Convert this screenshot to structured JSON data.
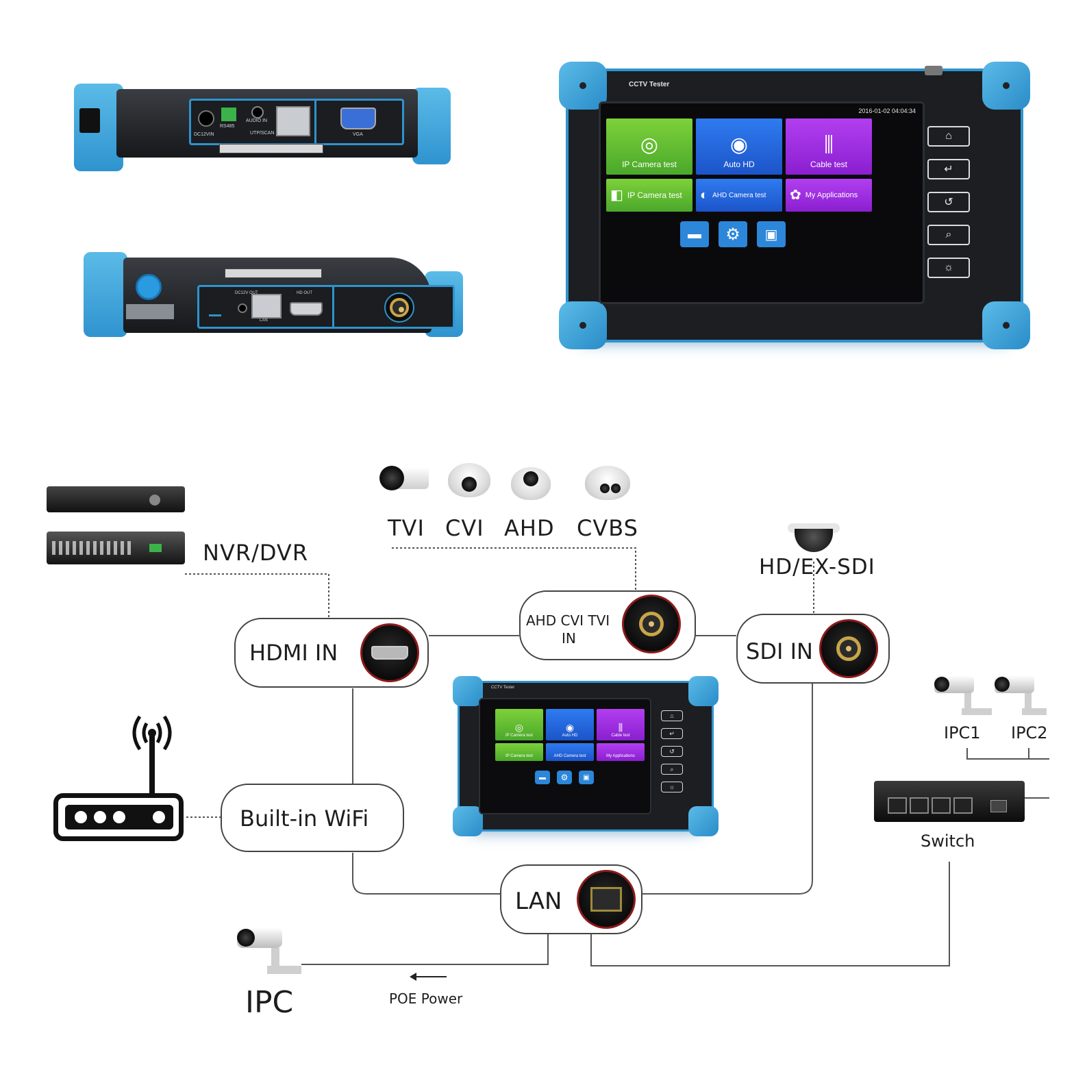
{
  "device": {
    "brand_label": "CCTV Tester",
    "status_time": "2016-01-02 04:04:34",
    "apps": [
      {
        "label": "IP Camera test",
        "color": "#6cc436",
        "icon": "ip-camera-icon"
      },
      {
        "label": "Auto HD",
        "color": "#2a6ee6",
        "icon": "dome-camera-icon"
      },
      {
        "label": "Cable test",
        "color": "#a530e6",
        "icon": "cable-icon"
      },
      {
        "label": "IP Camera test",
        "color": "#5cb82f",
        "icon": "bullet-camera-icon"
      },
      {
        "label": "AHD Camera test",
        "color": "#2260d8",
        "icon": "ptz-camera-icon"
      },
      {
        "label": "My Applications",
        "color": "#9a2ae0",
        "icon": "apps-icon"
      }
    ],
    "dock_icons": [
      "folder-icon",
      "settings-gear-icon",
      "screen-icon"
    ],
    "side_buttons": [
      "home-icon",
      "enter-icon",
      "back-icon",
      "zoom-icon",
      "brightness-icon"
    ],
    "top_port_labels": [
      "DC12VIN",
      "RS485",
      "AUDIO IN",
      "UTP/SCAN",
      "VGA"
    ],
    "bottom_port_labels": [
      "DC12V OUT",
      "LAN",
      "HD OUT"
    ],
    "accent_color": "#2f93cf"
  },
  "diagram": {
    "camera_types": [
      "TVI",
      "CVI",
      "AHD",
      "CVBS"
    ],
    "nvr_label": "NVR/DVR",
    "hdsdi_label": "HD/EX-SDI",
    "hdmi_label": "HDMI IN",
    "analog_label_line1": "AHD CVI TVI",
    "analog_label_line2": "IN",
    "sdi_label": "SDI IN",
    "wifi_label": "Built-in WiFi",
    "lan_label": "LAN",
    "ipc1_label": "IPC1",
    "ipc2_label": "IPC2",
    "switch_label": "Switch",
    "ipc_label": "IPC",
    "poe_label": "POE Power"
  }
}
